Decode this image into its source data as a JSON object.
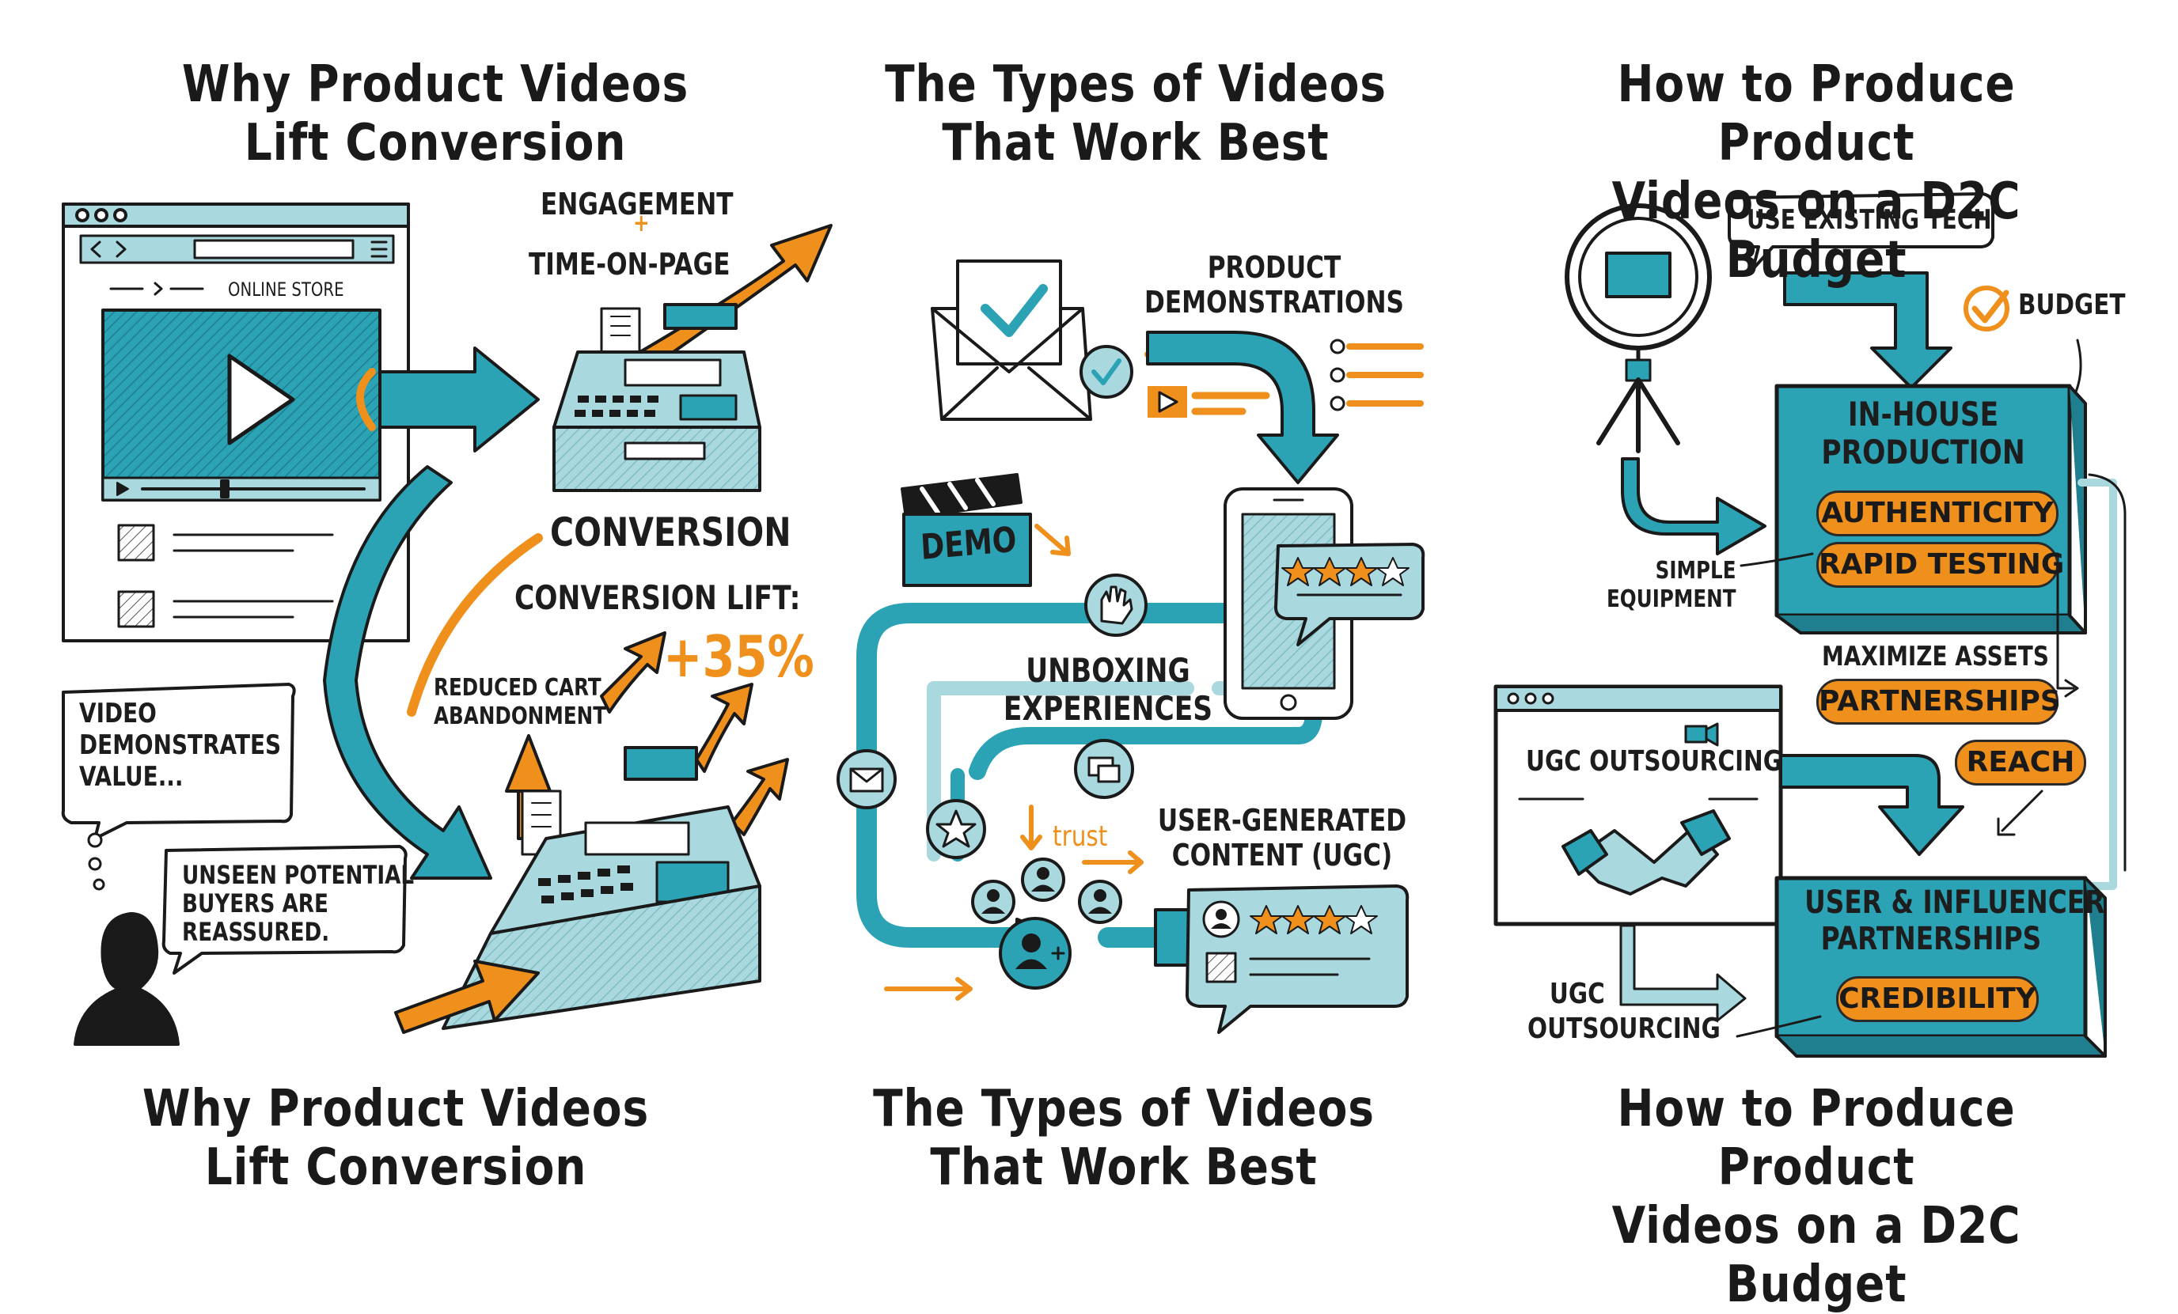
{
  "panels": [
    {
      "top_title": [
        "Why Product Videos",
        "Lift Conversion"
      ],
      "bottom_title": [
        "Why Product Videos",
        "Lift Conversion"
      ],
      "labels": {
        "engagement": "ENGAGEMENT",
        "plus": "+",
        "time_on_page": "TIME-ON-PAGE",
        "online_store": "ONLINE STORE",
        "conversion": "CONVERSION",
        "conversion_lift": "CONVERSION LIFT:",
        "lift_value": "+35%",
        "reduced_cart": [
          "REDUCED CART",
          "ABANDONMENT"
        ],
        "video_demonstrates": [
          "VIDEO",
          "DEMONSTRATES",
          "VALUE..."
        ],
        "unseen_buyers": [
          "UNSEEN POTENTIAL",
          "BUYERS ARE",
          "REASSURED."
        ]
      }
    },
    {
      "top_title": [
        "The Types of Videos",
        "That Work Best"
      ],
      "bottom_title": [
        "The Types of Videos",
        "That Work Best"
      ],
      "labels": {
        "product_demos": [
          "PRODUCT",
          "DEMONSTRATIONS"
        ],
        "demo": "DEMO",
        "unboxing": [
          "UNBOXING",
          "EXPERIENCES"
        ],
        "ugc": [
          "USER-GENERATED",
          "CONTENT (UGC)"
        ],
        "trust": "trust"
      }
    },
    {
      "top_title": [
        "How to Produce Product",
        "Videos on a D2C Budget"
      ],
      "bottom_title": [
        "How to Produce Product",
        "Videos on a D2C Budget"
      ],
      "labels": {
        "use_existing_tech": "USE EXISTING TECH",
        "budget": "BUDGET",
        "in_house": [
          "IN-HOUSE",
          "PRODUCTION"
        ],
        "authenticity": "AUTHENTICITY",
        "rapid_testing": "RAPID TESTING",
        "simple_equipment": [
          "SIMPLE",
          "EQUIPMENT"
        ],
        "maximize_assets": "MAXIMIZE ASSETS",
        "partnerships": "PARTNERSHIPS",
        "ugc_outsourcing_box": "UGC OUTSOURCING",
        "reach": "REACH",
        "user_influencer": [
          "USER & INFLUENCER",
          "PARTNERSHIPS"
        ],
        "credibility": "CREDIBILITY",
        "ugc_outsourcing": [
          "UGC",
          "OUTSOURCING"
        ]
      }
    }
  ],
  "colors": {
    "teal": "#2ba3b5",
    "light_teal": "#a9d9df",
    "orange": "#f0901c",
    "ink": "#1a1a1a"
  }
}
